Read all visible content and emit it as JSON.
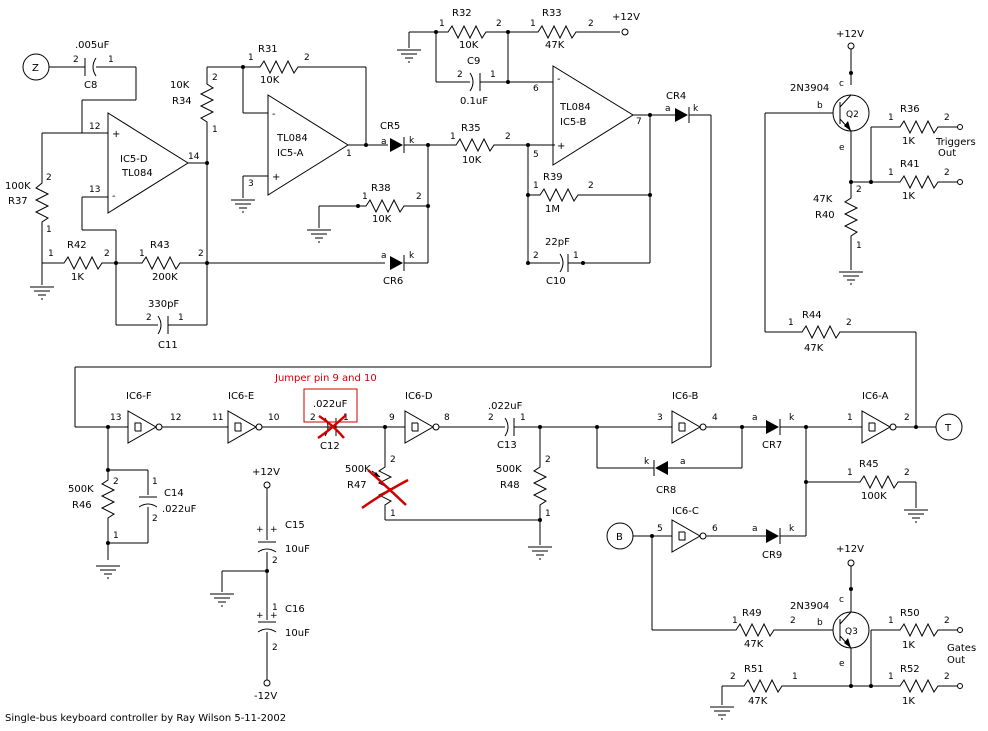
{
  "caption": "Single-bus keyboard controller by Ray Wilson 5-11-2002",
  "annotations": {
    "jumper": "Jumper pin 9 and 10"
  },
  "terminals": {
    "z": "Z",
    "b": "B",
    "t": "T"
  },
  "rails": {
    "plus12": "+12V",
    "minus12": "-12V"
  },
  "outputs": {
    "triggers_line1": "Triggers",
    "triggers_line2": "Out",
    "gates_line1": "Gates",
    "gates_line2": "Out"
  },
  "pins": {
    "p1": "1",
    "p2": "2",
    "p3": "3",
    "p4": "4",
    "p5": "5",
    "p6": "6",
    "p7": "7",
    "p8": "8",
    "p9": "9",
    "p10": "10",
    "p11": "11",
    "p12": "12",
    "p13": "13",
    "p14": "14",
    "plus": "+",
    "minus": "-",
    "a": "a",
    "k": "k",
    "b": "b",
    "c": "c",
    "e": "e"
  },
  "components": {
    "C8": {
      "ref": "C8",
      "value": ".005uF"
    },
    "C9": {
      "ref": "C9",
      "value": "0.1uF"
    },
    "C10": {
      "ref": "C10",
      "value": "22pF"
    },
    "C11": {
      "ref": "C11",
      "value": "330pF"
    },
    "C12": {
      "ref": "C12",
      "value": ".022uF"
    },
    "C13": {
      "ref": "C13",
      "value": ".022uF"
    },
    "C14": {
      "ref": "C14",
      "value": ".022uF"
    },
    "C15": {
      "ref": "C15",
      "value": "10uF"
    },
    "C16": {
      "ref": "C16",
      "value": "10uF"
    },
    "R31": {
      "ref": "R31",
      "value": "10K"
    },
    "R32": {
      "ref": "R32",
      "value": "10K"
    },
    "R33": {
      "ref": "R33",
      "value": "47K"
    },
    "R34": {
      "ref": "R34",
      "value": "10K"
    },
    "R35": {
      "ref": "R35",
      "value": "10K"
    },
    "R36": {
      "ref": "R36",
      "value": "1K"
    },
    "R37": {
      "ref": "R37",
      "value": "100K"
    },
    "R38": {
      "ref": "R38",
      "value": "10K"
    },
    "R39": {
      "ref": "R39",
      "value": "1M"
    },
    "R40": {
      "ref": "R40",
      "value": "47K"
    },
    "R41": {
      "ref": "R41",
      "value": "1K"
    },
    "R42": {
      "ref": "R42",
      "value": "1K"
    },
    "R43": {
      "ref": "R43",
      "value": "200K"
    },
    "R44": {
      "ref": "R44",
      "value": "47K"
    },
    "R45": {
      "ref": "R45",
      "value": "100K"
    },
    "R46": {
      "ref": "R46",
      "value": "500K"
    },
    "R47": {
      "ref": "R47",
      "value": "500K"
    },
    "R48": {
      "ref": "R48",
      "value": "500K"
    },
    "R49": {
      "ref": "R49",
      "value": "47K"
    },
    "R50": {
      "ref": "R50",
      "value": "1K"
    },
    "R51": {
      "ref": "R51",
      "value": "47K"
    },
    "R52": {
      "ref": "R52",
      "value": "1K"
    },
    "CR4": {
      "ref": "CR4"
    },
    "CR5": {
      "ref": "CR5"
    },
    "CR6": {
      "ref": "CR6"
    },
    "CR7": {
      "ref": "CR7"
    },
    "CR8": {
      "ref": "CR8"
    },
    "CR9": {
      "ref": "CR9"
    },
    "IC5A": {
      "ref": "IC5-A",
      "part": "TL084"
    },
    "IC5B": {
      "ref": "IC5-B",
      "part": "TL084"
    },
    "IC5D": {
      "ref": "IC5-D",
      "part": "TL084"
    },
    "IC6A": {
      "ref": "IC6-A"
    },
    "IC6B": {
      "ref": "IC6-B"
    },
    "IC6C": {
      "ref": "IC6-C"
    },
    "IC6D": {
      "ref": "IC6-D"
    },
    "IC6E": {
      "ref": "IC6-E"
    },
    "IC6F": {
      "ref": "IC6-F"
    },
    "Q2": {
      "ref": "Q2",
      "part": "2N3904"
    },
    "Q3": {
      "ref": "Q3",
      "part": "2N3904"
    }
  }
}
